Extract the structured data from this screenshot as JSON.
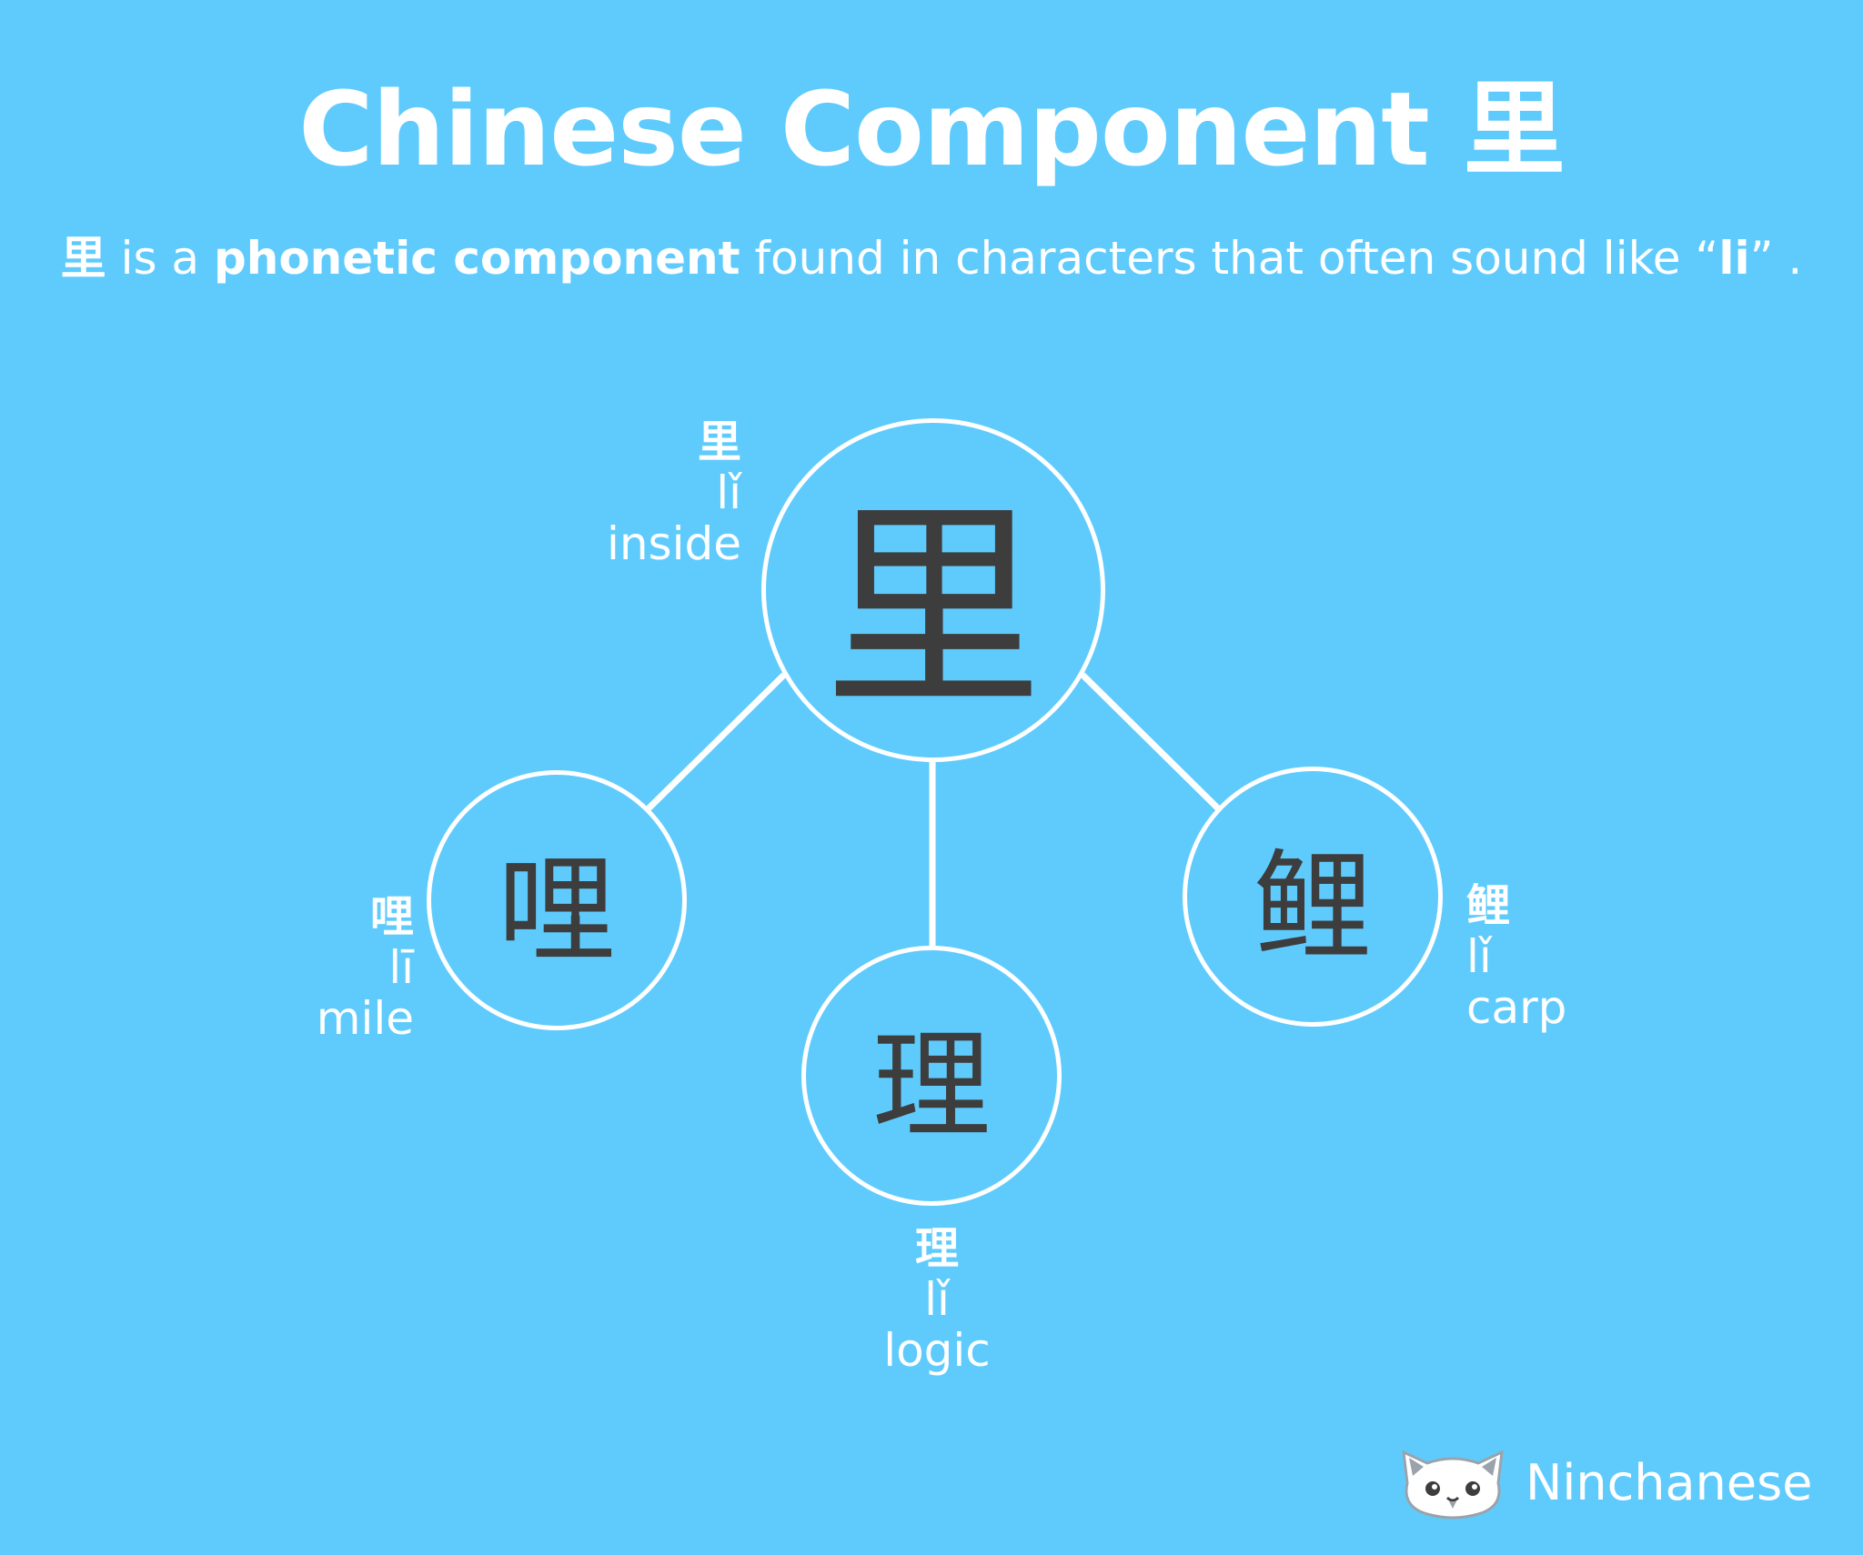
{
  "title": "Chinese Component 里",
  "subtitle": {
    "char": "里",
    "text1": " is a ",
    "bold": "phonetic component",
    "text2": " found in characters that often sound like “",
    "sound": "li",
    "text3": "” ."
  },
  "nodes": {
    "main": {
      "char": "里",
      "pinyin": "lǐ",
      "meaning": "inside"
    },
    "left": {
      "char": "哩",
      "pinyin": "lī",
      "meaning": "mile"
    },
    "mid": {
      "char": "理",
      "pinyin": "lǐ",
      "meaning": "logic"
    },
    "right": {
      "char": "鲤",
      "pinyin": "lǐ",
      "meaning": "carp"
    }
  },
  "brand": {
    "name": "Ninchanese",
    "icon": "cat-logo-icon"
  },
  "colors": {
    "background": "#5fcbfd",
    "line": "#ffffff",
    "char": "#3d3d3d"
  }
}
